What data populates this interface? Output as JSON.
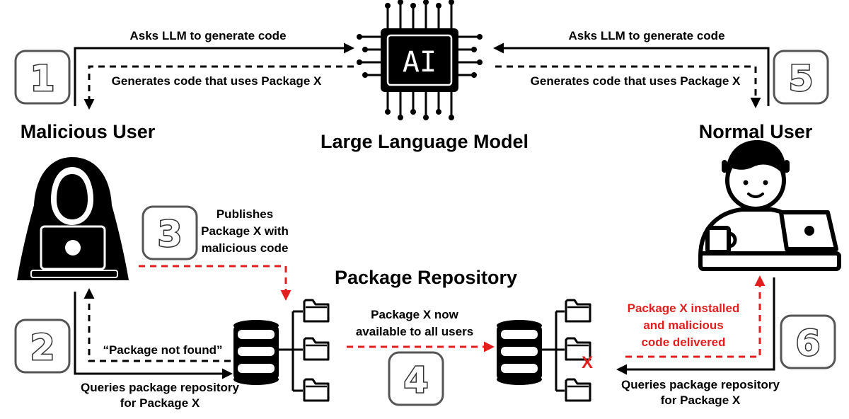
{
  "center": {
    "chip_text": "AI",
    "title": "Large Language Model"
  },
  "actors": {
    "malicious": {
      "title": "Malicious User"
    },
    "normal": {
      "title": "Normal User"
    }
  },
  "repository": {
    "title": "Package Repository"
  },
  "steps": [
    "1",
    "2",
    "3",
    "4",
    "5",
    "6"
  ],
  "arrows": {
    "ask_left": "Asks LLM to generate code",
    "gen_left": "Generates code that uses Package X",
    "ask_right": "Asks LLM to generate code",
    "gen_right": "Generates code that uses Package X",
    "publish": [
      "Publishes",
      "Package X with",
      "malicious code"
    ],
    "not_found": "“Package not found”",
    "query_left": [
      "Queries package repository",
      "for Package X"
    ],
    "available": [
      "Package X now",
      "available to all users"
    ],
    "installed": [
      "Package X installed",
      "and malicious",
      "code delivered"
    ],
    "query_right": [
      "Queries package repository",
      "for Package X"
    ]
  },
  "infected_mark": "X",
  "colors": {
    "ink": "#000000",
    "alert": "#e21e1e",
    "step_stroke": "#555555",
    "step_text": "#ffffff"
  }
}
